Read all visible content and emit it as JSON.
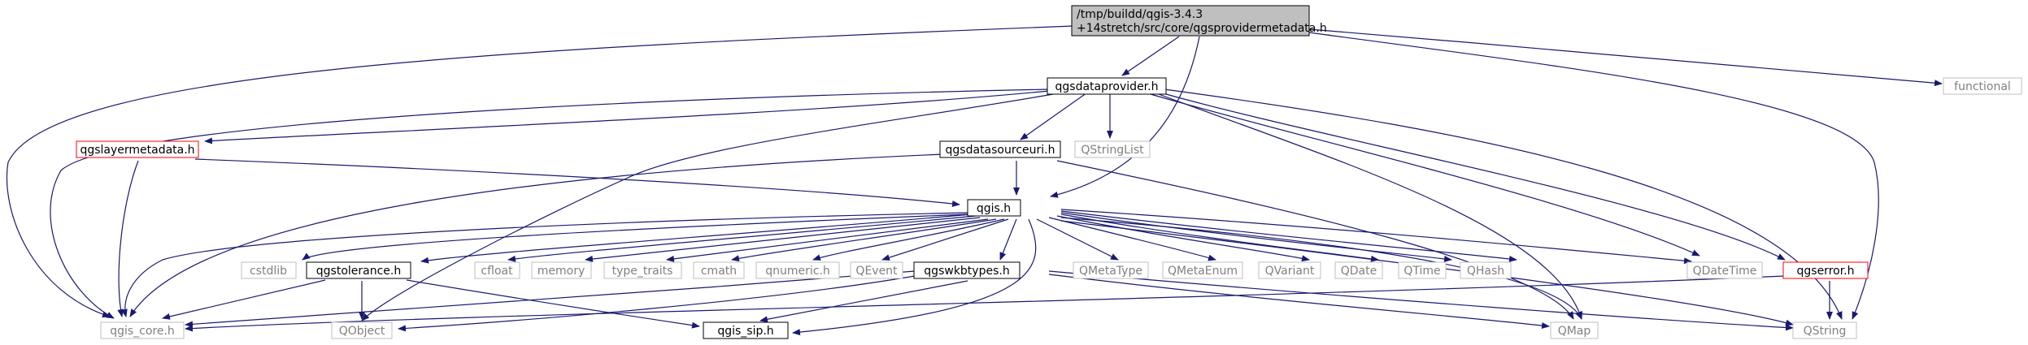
{
  "graph": {
    "root": {
      "line1": "/tmp/buildd/qgis-3.4.3",
      "line2": "+14stretch/src/core/qgsprovidermetadata.h"
    },
    "nodes": {
      "qgsdataprovider": "qgsdataprovider.h",
      "functional": "functional",
      "qgslayermetadata": "qgslayermetadata.h",
      "qgsdatasourceuri": "qgsdatasourceuri.h",
      "qstringlist": "QStringList",
      "qgis": "qgis.h",
      "cstdlib": "cstdlib",
      "qgstolerance": "qgstolerance.h",
      "cfloat": "cfloat",
      "memory": "memory",
      "type_traits": "type_traits",
      "cmath": "cmath",
      "qnumeric": "qnumeric.h",
      "qevent": "QEvent",
      "qgswkbtypes": "qgswkbtypes.h",
      "qmetatype": "QMetaType",
      "qmetaenum": "QMetaEnum",
      "qvariant": "QVariant",
      "qdate": "QDate",
      "qtime": "QTime",
      "qhash": "QHash",
      "qdatetime": "QDateTime",
      "qgserror": "qgserror.h",
      "qgis_core": "qgis_core.h",
      "qobject": "QObject",
      "qgis_sip": "qgis_sip.h",
      "qmap": "QMap",
      "qstring": "QString"
    },
    "colors": {
      "edge": "#191970",
      "root_fill": "#bfbfbf",
      "node_border": "#000000",
      "incomplete_border": "#ff0000",
      "external_border": "#bfbfbf",
      "external_text": "#808080"
    }
  }
}
